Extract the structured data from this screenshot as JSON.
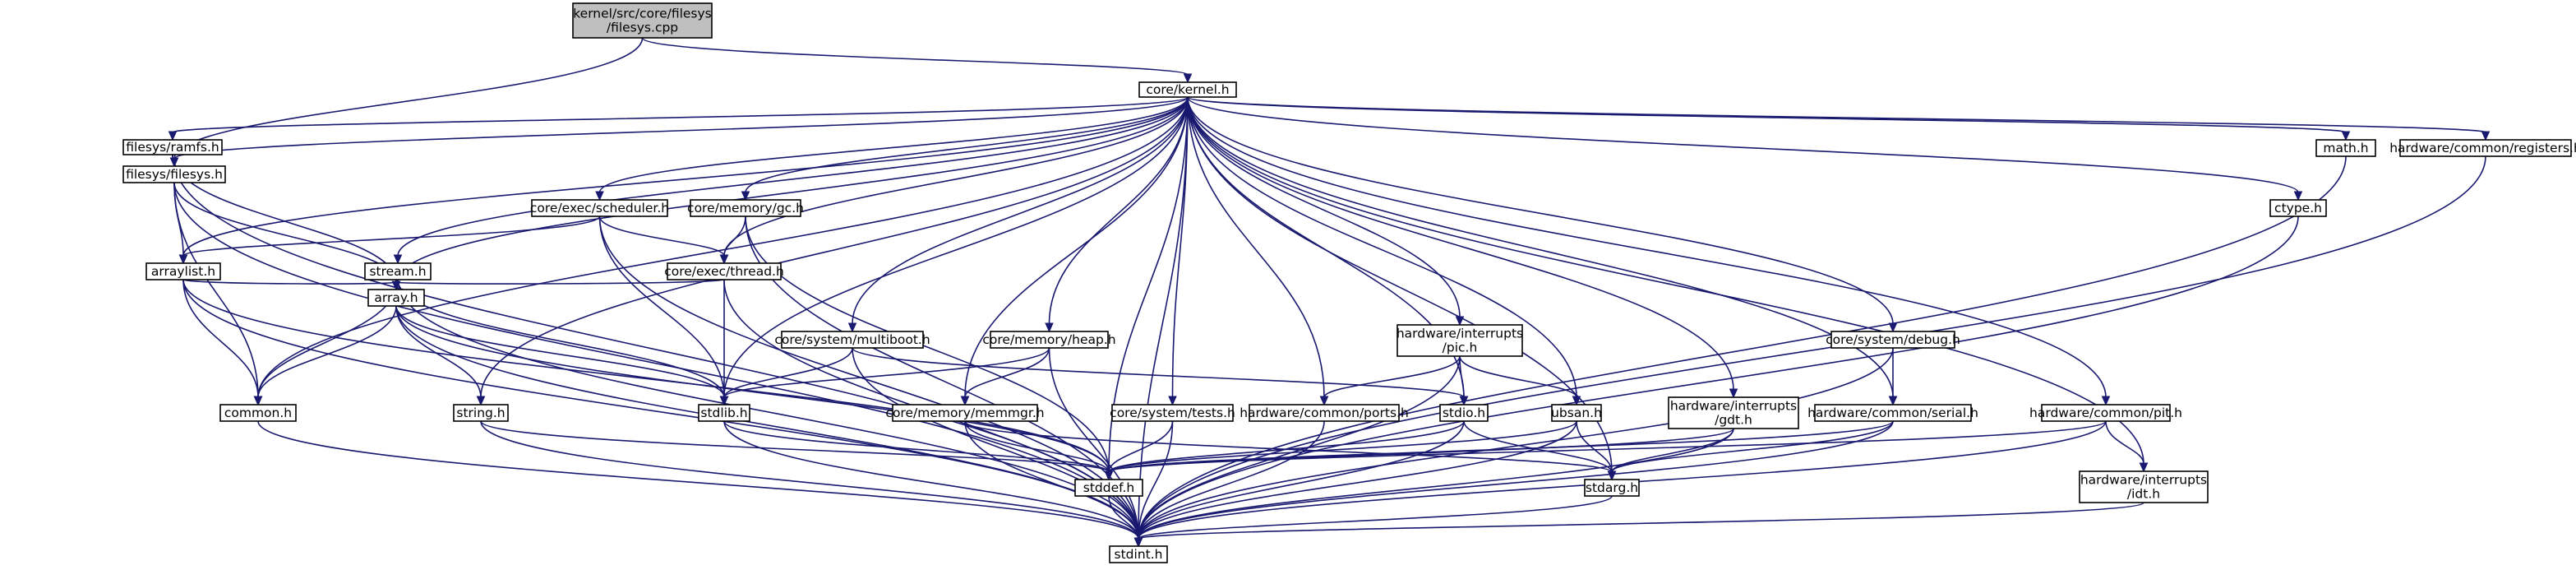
{
  "diagram": {
    "nodes": [
      {
        "id": "filesys_cpp",
        "lines": [
          "kernel/src/core/filesys",
          "/filesys.cpp"
        ],
        "root": true
      },
      {
        "id": "kernel_h",
        "lines": [
          "core/kernel.h"
        ]
      },
      {
        "id": "ramfs_h",
        "lines": [
          "filesys/ramfs.h"
        ]
      },
      {
        "id": "filesys_h",
        "lines": [
          "filesys/filesys.h"
        ]
      },
      {
        "id": "scheduler_h",
        "lines": [
          "core/exec/scheduler.h"
        ]
      },
      {
        "id": "gc_h",
        "lines": [
          "core/memory/gc.h"
        ]
      },
      {
        "id": "arraylist_h",
        "lines": [
          "arraylist.h"
        ]
      },
      {
        "id": "stream_h",
        "lines": [
          "stream.h"
        ]
      },
      {
        "id": "thread_h",
        "lines": [
          "core/exec/thread.h"
        ]
      },
      {
        "id": "array_h",
        "lines": [
          "array.h"
        ]
      },
      {
        "id": "multiboot_h",
        "lines": [
          "core/system/multiboot.h"
        ]
      },
      {
        "id": "heap_h",
        "lines": [
          "core/memory/heap.h"
        ]
      },
      {
        "id": "pic_h",
        "lines": [
          "hardware/interrupts",
          "/pic.h"
        ]
      },
      {
        "id": "debug_h",
        "lines": [
          "core/system/debug.h"
        ]
      },
      {
        "id": "common_h",
        "lines": [
          "common.h"
        ]
      },
      {
        "id": "string_h",
        "lines": [
          "string.h"
        ]
      },
      {
        "id": "stdlib_h",
        "lines": [
          "stdlib.h"
        ]
      },
      {
        "id": "memmgr_h",
        "lines": [
          "core/memory/memmgr.h"
        ]
      },
      {
        "id": "tests_h",
        "lines": [
          "core/system/tests.h"
        ]
      },
      {
        "id": "ports_h",
        "lines": [
          "hardware/common/ports.h"
        ]
      },
      {
        "id": "stdio_h",
        "lines": [
          "stdio.h"
        ]
      },
      {
        "id": "ubsan_h",
        "lines": [
          "ubsan.h"
        ]
      },
      {
        "id": "gdt_h",
        "lines": [
          "hardware/interrupts",
          "/gdt.h"
        ]
      },
      {
        "id": "serial_h",
        "lines": [
          "hardware/common/serial.h"
        ]
      },
      {
        "id": "pit_h",
        "lines": [
          "hardware/common/pit.h"
        ]
      },
      {
        "id": "stddef_h",
        "lines": [
          "stddef.h"
        ]
      },
      {
        "id": "stdarg_h",
        "lines": [
          "stdarg.h"
        ]
      },
      {
        "id": "idt_h",
        "lines": [
          "hardware/interrupts",
          "/idt.h"
        ]
      },
      {
        "id": "stdint_h",
        "lines": [
          "stdint.h"
        ]
      },
      {
        "id": "math_h",
        "lines": [
          "math.h"
        ]
      },
      {
        "id": "registers_h",
        "lines": [
          "hardware/common/registers.h"
        ]
      },
      {
        "id": "ctype_h",
        "lines": [
          "ctype.h"
        ]
      }
    ],
    "edges": [
      [
        "filesys_cpp",
        "kernel_h"
      ],
      [
        "filesys_cpp",
        "filesys_h"
      ],
      [
        "kernel_h",
        "ramfs_h"
      ],
      [
        "kernel_h",
        "filesys_h"
      ],
      [
        "kernel_h",
        "scheduler_h"
      ],
      [
        "kernel_h",
        "gc_h"
      ],
      [
        "kernel_h",
        "arraylist_h"
      ],
      [
        "kernel_h",
        "stream_h"
      ],
      [
        "kernel_h",
        "thread_h"
      ],
      [
        "kernel_h",
        "array_h"
      ],
      [
        "kernel_h",
        "multiboot_h"
      ],
      [
        "kernel_h",
        "heap_h"
      ],
      [
        "kernel_h",
        "pic_h"
      ],
      [
        "kernel_h",
        "debug_h"
      ],
      [
        "kernel_h",
        "common_h"
      ],
      [
        "kernel_h",
        "string_h"
      ],
      [
        "kernel_h",
        "stdlib_h"
      ],
      [
        "kernel_h",
        "memmgr_h"
      ],
      [
        "kernel_h",
        "tests_h"
      ],
      [
        "kernel_h",
        "ports_h"
      ],
      [
        "kernel_h",
        "stdio_h"
      ],
      [
        "kernel_h",
        "ubsan_h"
      ],
      [
        "kernel_h",
        "gdt_h"
      ],
      [
        "kernel_h",
        "serial_h"
      ],
      [
        "kernel_h",
        "pit_h"
      ],
      [
        "kernel_h",
        "stddef_h"
      ],
      [
        "kernel_h",
        "stdarg_h"
      ],
      [
        "kernel_h",
        "idt_h"
      ],
      [
        "kernel_h",
        "stdint_h"
      ],
      [
        "kernel_h",
        "math_h"
      ],
      [
        "kernel_h",
        "registers_h"
      ],
      [
        "kernel_h",
        "ctype_h"
      ],
      [
        "ramfs_h",
        "filesys_h"
      ],
      [
        "ramfs_h",
        "array_h"
      ],
      [
        "ramfs_h",
        "stdint_h"
      ],
      [
        "filesys_h",
        "arraylist_h"
      ],
      [
        "filesys_h",
        "array_h"
      ],
      [
        "filesys_h",
        "common_h"
      ],
      [
        "filesys_h",
        "stdint_h"
      ],
      [
        "scheduler_h",
        "arraylist_h"
      ],
      [
        "scheduler_h",
        "thread_h"
      ],
      [
        "scheduler_h",
        "stdlib_h"
      ],
      [
        "scheduler_h",
        "stdint_h"
      ],
      [
        "gc_h",
        "thread_h"
      ],
      [
        "gc_h",
        "stddef_h"
      ],
      [
        "gc_h",
        "stdint_h"
      ],
      [
        "arraylist_h",
        "array_h"
      ],
      [
        "arraylist_h",
        "common_h"
      ],
      [
        "arraylist_h",
        "stddef_h"
      ],
      [
        "arraylist_h",
        "stdint_h"
      ],
      [
        "stream_h",
        "array_h"
      ],
      [
        "stream_h",
        "common_h"
      ],
      [
        "stream_h",
        "stdlib_h"
      ],
      [
        "stream_h",
        "stdint_h"
      ],
      [
        "thread_h",
        "array_h"
      ],
      [
        "thread_h",
        "stdlib_h"
      ],
      [
        "thread_h",
        "stdint_h"
      ],
      [
        "array_h",
        "common_h"
      ],
      [
        "array_h",
        "string_h"
      ],
      [
        "array_h",
        "stdlib_h"
      ],
      [
        "array_h",
        "stddef_h"
      ],
      [
        "array_h",
        "stdint_h"
      ],
      [
        "multiboot_h",
        "stdlib_h"
      ],
      [
        "multiboot_h",
        "stdio_h"
      ],
      [
        "multiboot_h",
        "stdint_h"
      ],
      [
        "heap_h",
        "stdlib_h"
      ],
      [
        "heap_h",
        "memmgr_h"
      ],
      [
        "heap_h",
        "stdint_h"
      ],
      [
        "pic_h",
        "ports_h"
      ],
      [
        "pic_h",
        "stdio_h"
      ],
      [
        "pic_h",
        "ubsan_h"
      ],
      [
        "pic_h",
        "stdint_h"
      ],
      [
        "debug_h",
        "serial_h"
      ],
      [
        "debug_h",
        "stdint_h"
      ],
      [
        "common_h",
        "stdint_h"
      ],
      [
        "string_h",
        "stddef_h"
      ],
      [
        "string_h",
        "stdint_h"
      ],
      [
        "stdlib_h",
        "stddef_h"
      ],
      [
        "stdlib_h",
        "stdint_h"
      ],
      [
        "memmgr_h",
        "stddef_h"
      ],
      [
        "memmgr_h",
        "stdarg_h"
      ],
      [
        "memmgr_h",
        "stdint_h"
      ],
      [
        "tests_h",
        "stddef_h"
      ],
      [
        "tests_h",
        "stdint_h"
      ],
      [
        "ports_h",
        "stdint_h"
      ],
      [
        "stdio_h",
        "stddef_h"
      ],
      [
        "stdio_h",
        "stdarg_h"
      ],
      [
        "stdio_h",
        "stdint_h"
      ],
      [
        "ubsan_h",
        "stddef_h"
      ],
      [
        "ubsan_h",
        "stdarg_h"
      ],
      [
        "ubsan_h",
        "stdint_h"
      ],
      [
        "gdt_h",
        "stddef_h"
      ],
      [
        "gdt_h",
        "stdarg_h"
      ],
      [
        "gdt_h",
        "stdint_h"
      ],
      [
        "serial_h",
        "stddef_h"
      ],
      [
        "serial_h",
        "stdarg_h"
      ],
      [
        "serial_h",
        "stdint_h"
      ],
      [
        "pit_h",
        "stddef_h"
      ],
      [
        "pit_h",
        "idt_h"
      ],
      [
        "pit_h",
        "stdint_h"
      ],
      [
        "stddef_h",
        "stdint_h"
      ],
      [
        "stdarg_h",
        "stdint_h"
      ],
      [
        "idt_h",
        "stdint_h"
      ],
      [
        "math_h",
        "stdint_h"
      ],
      [
        "registers_h",
        "stdint_h"
      ],
      [
        "ctype_h",
        "stdint_h"
      ]
    ],
    "colors": {
      "edge": "#191970",
      "root_fill": "#bfbfbf",
      "node_fill": "#ffffff",
      "node_border": "#000000"
    }
  }
}
